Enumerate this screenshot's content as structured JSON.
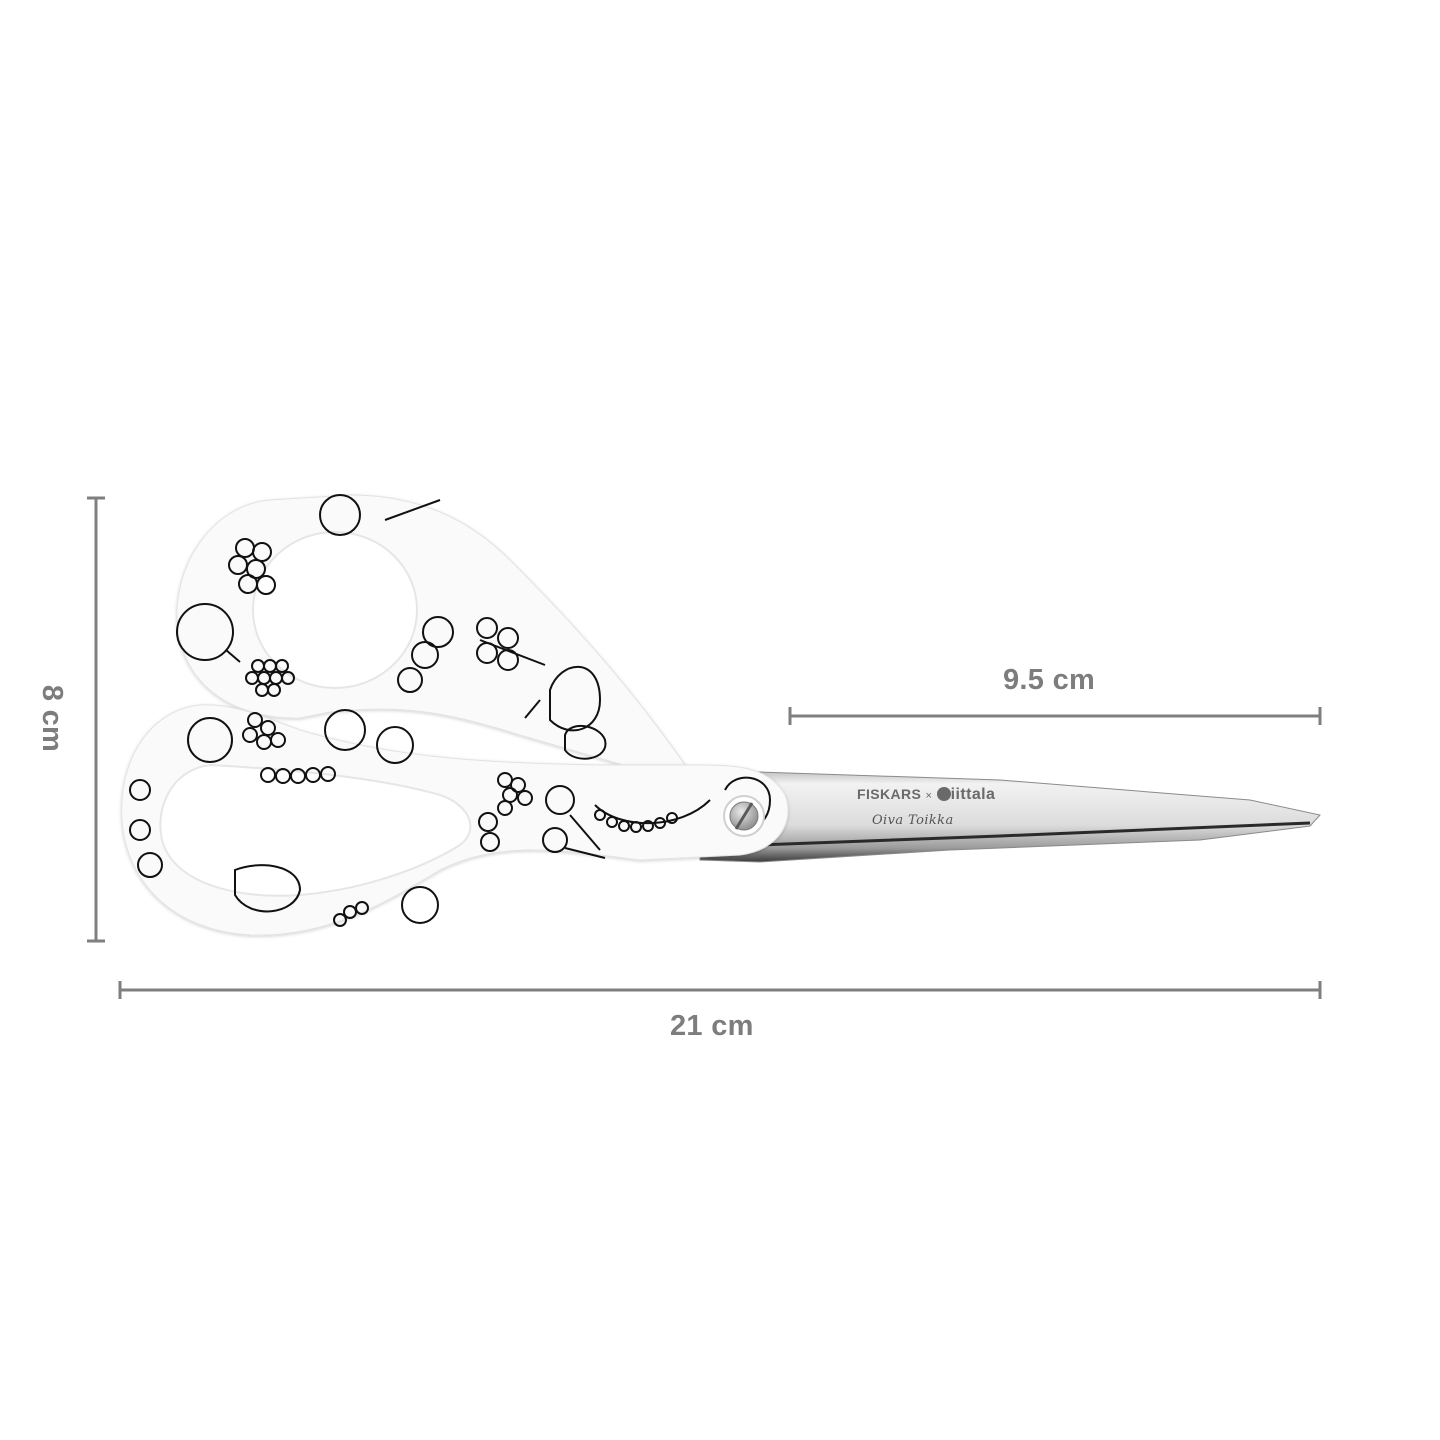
{
  "product": {
    "type": "scissors",
    "brand_text": "FISKARS",
    "separator": "×",
    "partner_text": "iittala",
    "signature": "Oiva Toikka",
    "handle_color": "#fafafa",
    "pattern_line_color": "#111111",
    "blade_color": "#c9c9c9"
  },
  "dimensions": {
    "color": "#7f7f7f",
    "height": {
      "label": "8 cm"
    },
    "blade_length": {
      "label": "9.5 cm"
    },
    "total_length": {
      "label": "21 cm"
    }
  }
}
